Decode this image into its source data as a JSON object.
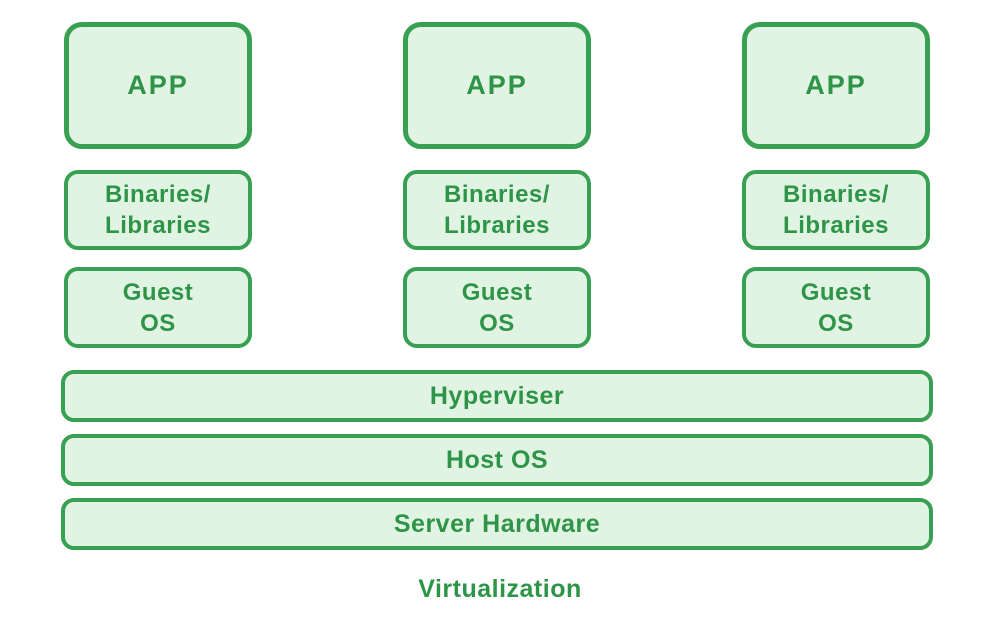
{
  "diagram": {
    "title": "Virtualization",
    "colors": {
      "border_green": "#38a052",
      "fill_light_green": "#e1f4e4",
      "text_green": "#2e9447",
      "background": "#ffffff"
    },
    "columns": [
      {
        "app_label": "APP",
        "binaries_label": "Binaries/\nLibraries",
        "guest_os_label": "Guest\nOS"
      },
      {
        "app_label": "APP",
        "binaries_label": "Binaries/\nLibraries",
        "guest_os_label": "Guest\nOS"
      },
      {
        "app_label": "APP",
        "binaries_label": "Binaries/\nLibraries",
        "guest_os_label": "Guest\nOS"
      }
    ],
    "layers": [
      {
        "label": "Hyperviser"
      },
      {
        "label": "Host OS"
      },
      {
        "label": "Server Hardware"
      }
    ],
    "caption": "Virtualization"
  }
}
